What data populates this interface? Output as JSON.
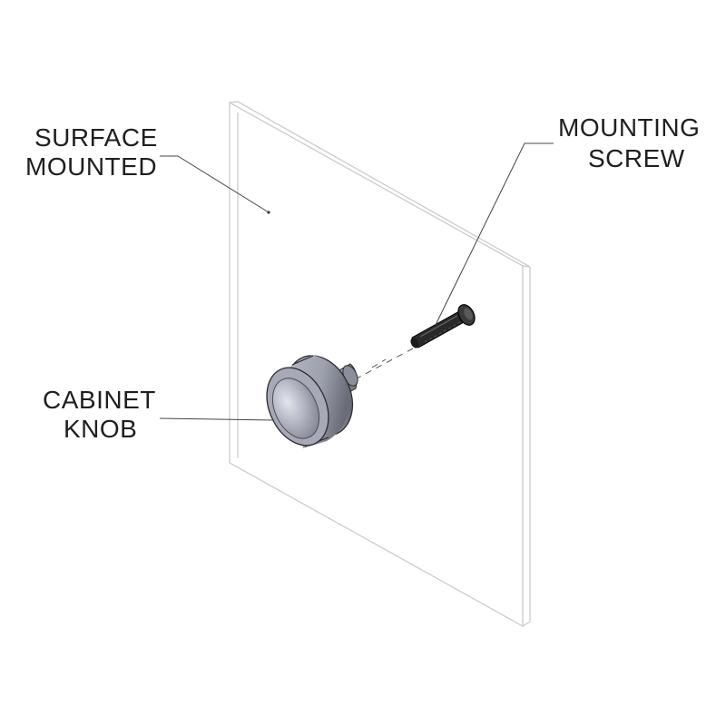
{
  "labels": {
    "surface_mounted": {
      "line1": "SURFACE",
      "line2": "MOUNTED"
    },
    "mounting_screw": {
      "line1": "MOUNTING",
      "line2": "SCREW"
    },
    "cabinet_knob": {
      "line1": "CABINET",
      "line2": "KNOB"
    }
  },
  "colors": {
    "knob_light": "#c9cbd6",
    "knob_mid": "#9ea1ae",
    "knob_dark": "#6a6c78",
    "screw": "#2a2a2a",
    "panel_edge": "#c8c8c8",
    "text": "#1f1f1f"
  }
}
